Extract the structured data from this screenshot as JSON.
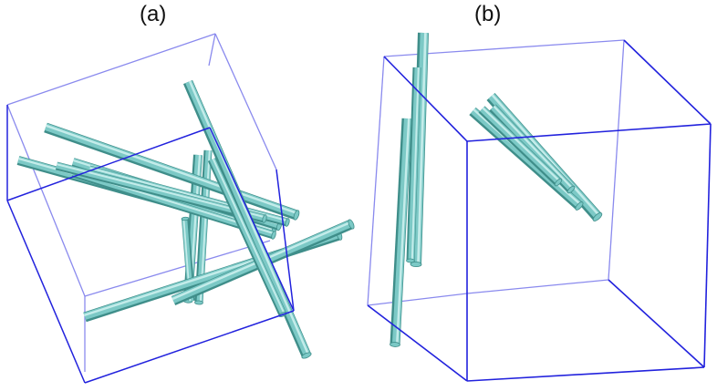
{
  "panels": [
    {
      "label": "(a)"
    },
    {
      "label": "(b)"
    }
  ],
  "colors": {
    "box_edge": "#2222dd",
    "box_edge_faint": "#8a8aee",
    "rod_body": "#7cc9c6",
    "rod_highlight": "#c4ecea",
    "rod_shadow": "#3f8e8a",
    "background": "#ffffff"
  },
  "shapes": {
    "box": "wireframe-cube",
    "rod": "cylinder"
  }
}
